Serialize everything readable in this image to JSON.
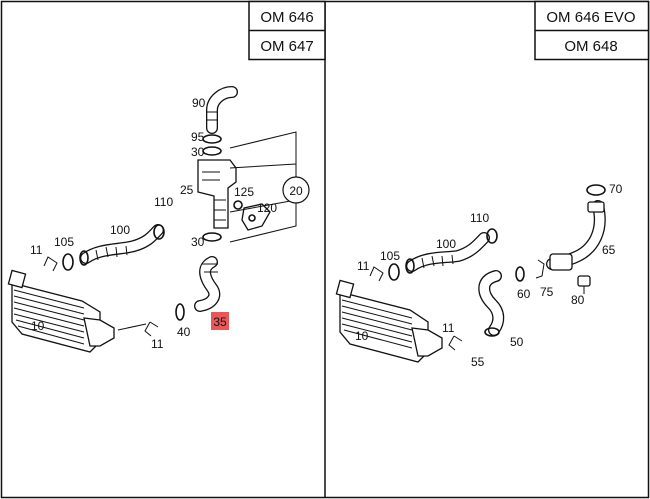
{
  "engines": {
    "left": [
      "OM 646",
      "OM 647"
    ],
    "right": [
      "OM 646 EVO",
      "OM 648"
    ]
  },
  "highlight_color": "#e8585a",
  "left": {
    "callouts": {
      "p90": "90",
      "p95": "95",
      "p30a": "30",
      "p25": "25",
      "p125": "125",
      "p120": "120",
      "p20": "20",
      "p30b": "30",
      "p110": "110",
      "p100": "100",
      "p105": "105",
      "p11a": "11",
      "p10": "10",
      "p11b": "11",
      "p40": "40",
      "p35": "35"
    }
  },
  "right": {
    "callouts": {
      "p70": "70",
      "p65": "65",
      "p110": "110",
      "p100": "100",
      "p105": "105",
      "p11a": "11",
      "p60": "60",
      "p75": "75",
      "p80": "80",
      "p10": "10",
      "p11b": "11",
      "p55": "55",
      "p50": "50"
    }
  }
}
